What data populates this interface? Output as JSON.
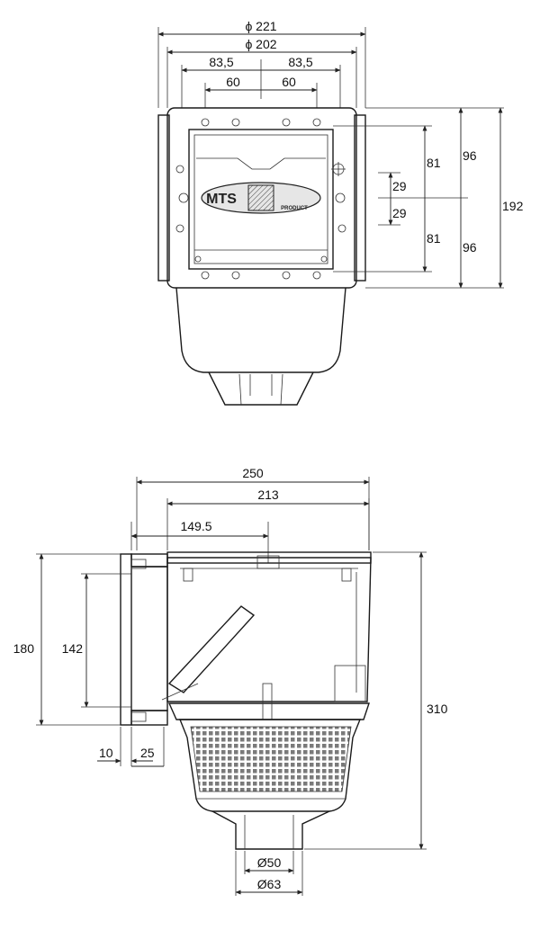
{
  "front_view": {
    "dims": {
      "overall_diameter": "ϕ 221",
      "inner_diameter": "ϕ 202",
      "half_left": "83,5",
      "half_right": "83,5",
      "inner_left": "60",
      "inner_right": "60",
      "upper_height": "81",
      "lower_height": "81",
      "center_upper": "29",
      "center_lower": "29",
      "half_height_upper": "96",
      "half_height_lower": "96",
      "total_height": "192"
    },
    "logo": {
      "brand": "MTS",
      "subtitle": "PRODUCT"
    }
  },
  "side_view": {
    "dims": {
      "overall_width": "250",
      "body_width": "213",
      "offset_width": "149.5",
      "flange_height": "180",
      "opening_height": "142",
      "total_height": "310",
      "flange_thickness": "10",
      "collar_depth": "25",
      "pipe_inner": "Ø50",
      "pipe_outer": "Ø63"
    }
  },
  "colors": {
    "line": "#1a1a1a",
    "shade": "#efefef",
    "basket": "#8a8a8a"
  }
}
